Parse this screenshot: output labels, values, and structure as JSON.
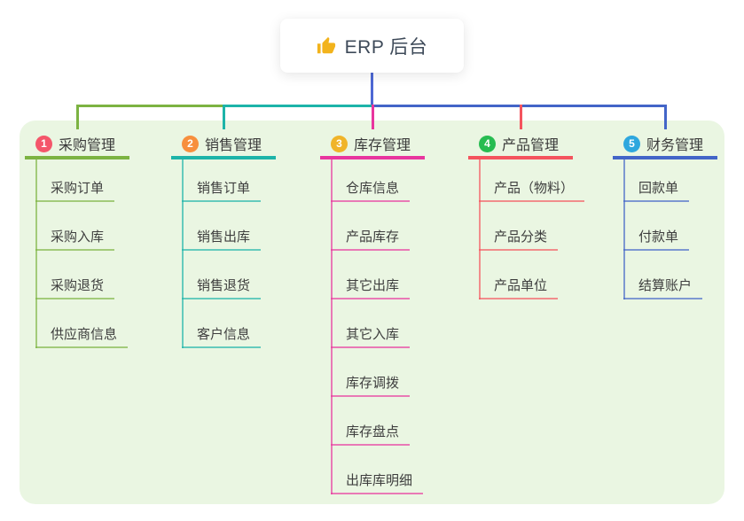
{
  "root": {
    "title": "ERP 后台",
    "icon": "thumbs-up"
  },
  "colors": {
    "page_bg": "#ffffff",
    "panel_bg": "#eaf6e2",
    "card_bg": "#ffffff",
    "root_connector": "#4d68d4",
    "root_text": "#3e4a59",
    "node_text": "#3a3a3a",
    "thumb_icon": "#f2b31c"
  },
  "branches": [
    {
      "index": "1",
      "title": "采购管理",
      "badge_color": "#f4566a",
      "line_color": "#7cb342",
      "children": [
        "采购订单",
        "采购入库",
        "采购退货",
        "供应商信息"
      ]
    },
    {
      "index": "2",
      "title": "销售管理",
      "badge_color": "#f78f3d",
      "line_color": "#1db4a9",
      "children": [
        "销售订单",
        "销售出库",
        "销售退货",
        "客户信息"
      ]
    },
    {
      "index": "3",
      "title": "库存管理",
      "badge_color": "#f0b429",
      "line_color": "#e8359e",
      "children": [
        "仓库信息",
        "产品库存",
        "其它出库",
        "其它入库",
        "库存调拨",
        "库存盘点",
        "出库库明细"
      ]
    },
    {
      "index": "4",
      "title": "产品管理",
      "badge_color": "#27bc51",
      "line_color": "#f4545e",
      "children": [
        "产品（物料）",
        "产品分类",
        "产品单位"
      ]
    },
    {
      "index": "5",
      "title": "财务管理",
      "badge_color": "#2ea7de",
      "line_color": "#4365c8",
      "children": [
        "回款单",
        "付款单",
        "结算账户"
      ]
    }
  ]
}
